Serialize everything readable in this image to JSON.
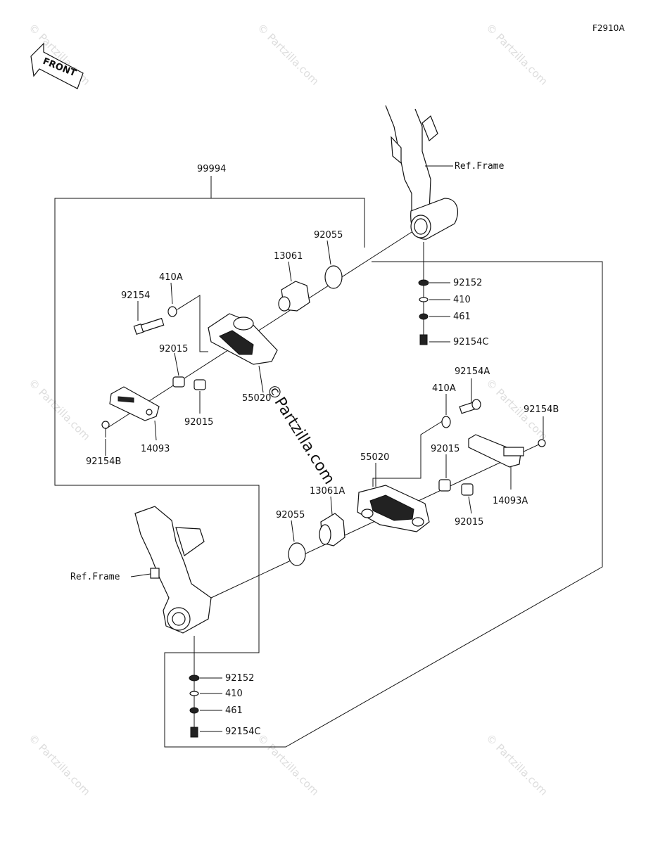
{
  "figure_code": "F2910A",
  "front_arrow_label": "FRONT",
  "watermark_text": "© Partzilla.com",
  "center_watermark": "©Partzilla.com",
  "ref_frame_label": "Ref.Frame",
  "labels": {
    "kit": "99994",
    "oring_upper": "92055",
    "oring_lower": "92055",
    "bushing_upper": "13061",
    "bushing_lower": "13061A",
    "washer_410A_upper": "410A",
    "washer_410A_lower": "410A",
    "bolt_92154": "92154",
    "bolt_92154A": "92154A",
    "collar_92015_1": "92015",
    "collar_92015_2": "92015",
    "collar_92015_3": "92015",
    "collar_92015_4": "92015",
    "slider_upper": "55020",
    "slider_lower": "55020",
    "cover_upper": "14093",
    "cover_lower": "14093A",
    "screw_92154B_upper": "92154B",
    "screw_92154B_lower": "92154B",
    "upper_stack": [
      "92152",
      "410",
      "461",
      "92154C"
    ],
    "lower_stack": [
      "92152",
      "410",
      "461",
      "92154C"
    ]
  }
}
